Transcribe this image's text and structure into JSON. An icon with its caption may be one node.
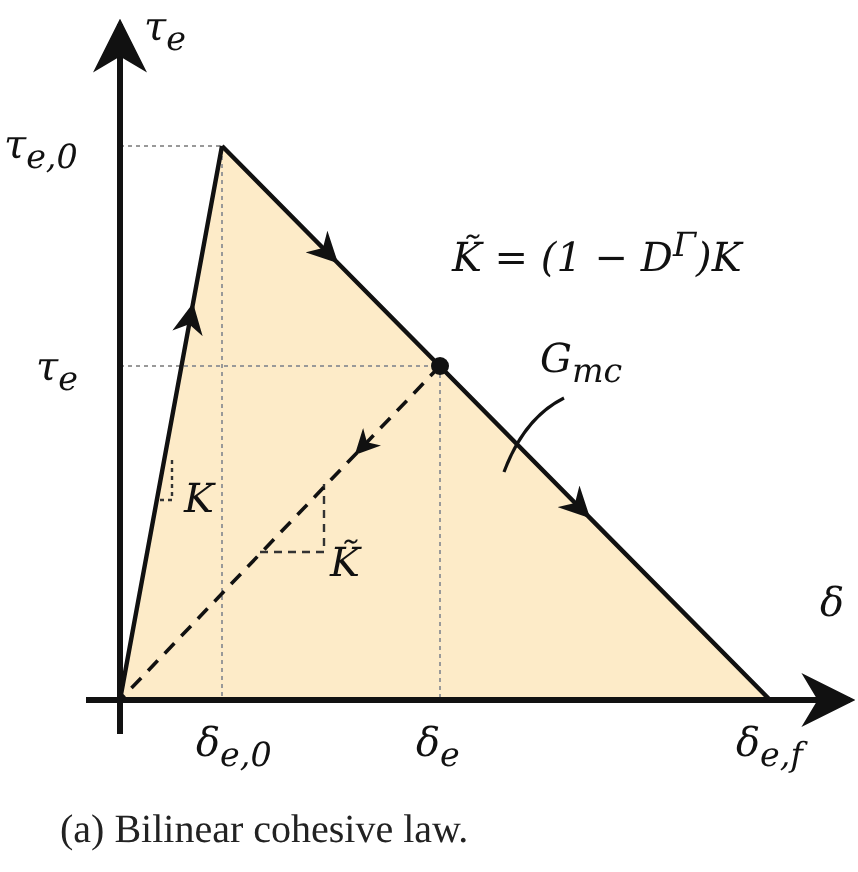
{
  "diagram": {
    "caption": "(a) Bilinear cohesive law.",
    "nodes": [
      {
        "text": [
          "G$_{mc}$"
        ]
      },
      {
        "text": [],
        "shape": "triangle"
      }
    ],
    "edges": [
      {
        "from": 0,
        "to": 1,
        "arrow": "none"
      }
    ],
    "labels": [
      "τ$_{e}$",
      "τ$_{e,0}$",
      "K̃ = (1 − D$^{Γ}$)K",
      "τ$_{e}$",
      "K",
      "K̃",
      "δ",
      "δ$_{e,0}$",
      "δ$_{e}$",
      "δ$_{e,f}$"
    ]
  }
}
